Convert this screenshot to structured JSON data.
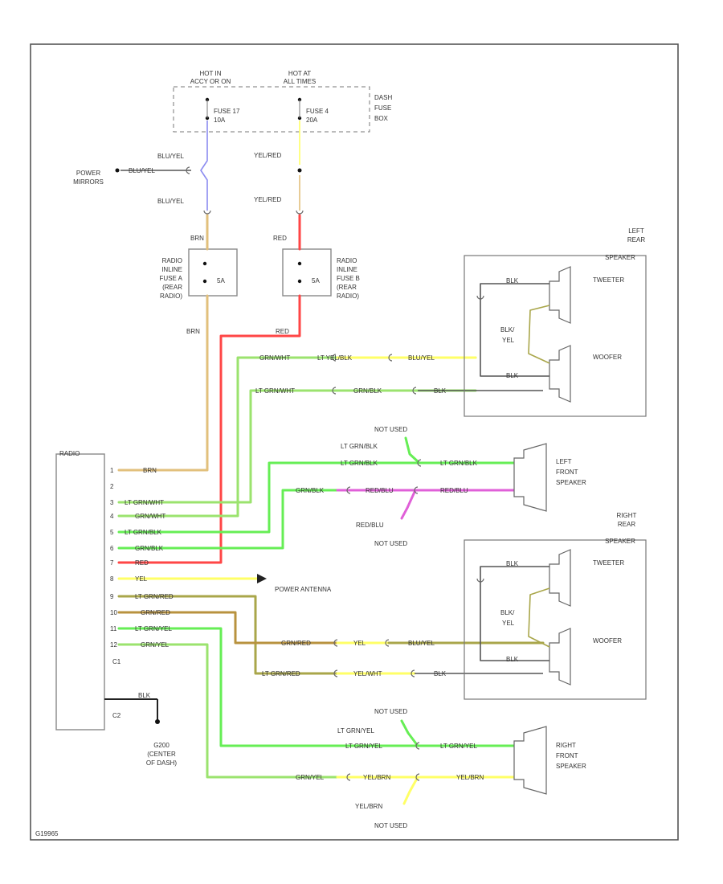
{
  "colors": {
    "wire_tan": "#e2c07c",
    "wire_red": "#ff4646",
    "wire_green": "#9be36e",
    "wire_brightgreen": "#66ee55",
    "wire_yellow": "#ffff66",
    "wire_olive": "#a9a64a",
    "wire_brown": "#b8923e",
    "wire_blue": "#8c8cf0",
    "wire_magenta": "#e060d8",
    "wire_gray": "#555555"
  },
  "fuse_box": {
    "hot1": [
      "HOT IN",
      "ACCY OR ON"
    ],
    "hot2": [
      "HOT AT",
      "ALL TIMES"
    ],
    "fuse17": [
      "FUSE 17",
      "10A"
    ],
    "fuse4": [
      "FUSE 4",
      "20A"
    ],
    "box": [
      "DASH",
      "FUSE",
      "BOX"
    ]
  },
  "wires_top": {
    "blu_yel_1": "BLU/YEL",
    "blu_yel_2": "BLU/YEL",
    "blu_yel_3": "BLU/YEL",
    "power_mirrors": [
      "POWER",
      "MIRRORS"
    ],
    "yel_red_1": "YEL/RED",
    "yel_red_2": "YEL/RED",
    "brn_1": "BRN",
    "red_1": "RED",
    "brn_2": "BRN",
    "red_2": "RED"
  },
  "radio_fuses": {
    "a": [
      "RADIO",
      "INLINE",
      "FUSE A",
      "(REAR",
      "RADIO)"
    ],
    "a_rating": "5A",
    "b": [
      "RADIO",
      "INLINE",
      "FUSE B",
      "(REAR",
      "RADIO)"
    ],
    "b_rating": "5A"
  },
  "radio": {
    "title": "RADIO",
    "pins": [
      "1",
      "2",
      "3",
      "4",
      "5",
      "6",
      "7",
      "8",
      "9",
      "10",
      "11",
      "12"
    ],
    "c1": "C1",
    "c2": "C2",
    "ground": [
      "G200",
      "(CENTER",
      "OF DASH)"
    ],
    "blk": "BLK"
  },
  "radio_wires": {
    "brn": "BRN",
    "lt_grn_wht": "LT GRN/WHT",
    "grn_wht": "GRN/WHT",
    "lt_grn_blk": "LT GRN/BLK",
    "grn_blk": "GRN/BLK",
    "red": "RED",
    "yel": "YEL",
    "lt_grn_red": "LT GRN/RED",
    "grn_red": "GRN/RED",
    "lt_grn_yel": "LT GRN/YEL",
    "grn_yel": "GRN/YEL",
    "power_antenna": "POWER ANTENNA"
  },
  "left_rear": {
    "title": [
      "LEFT",
      "REAR",
      "SPEAKER"
    ],
    "tweeter": "TWEETER",
    "woofer": "WOOFER",
    "blk_1": "BLK",
    "blk_2": "BLK",
    "blk_yel": [
      "BLK/",
      "YEL"
    ],
    "grn_wht": "GRN/WHT",
    "lt_yel_blk": "LT YEL/BLK",
    "blu_yel": "BLU/YEL",
    "lt_grn_wht": "LT GRN/WHT",
    "grn_blk": "GRN/BLK",
    "blk_3": "BLK"
  },
  "left_front": {
    "title": [
      "LEFT",
      "FRONT",
      "SPEAKER"
    ],
    "not_used_1": "NOT USED",
    "lt_grn_blk_1": "LT GRN/BLK",
    "lt_grn_blk_2": "LT GRN/BLK",
    "lt_grn_blk_3": "LT GRN/BLK",
    "grn_blk": "GRN/BLK",
    "red_blu_1": "RED/BLU",
    "red_blu_2": "RED/BLU",
    "red_blu_3": "RED/BLU",
    "not_used_2": "NOT USED"
  },
  "right_rear": {
    "title": [
      "RIGHT",
      "REAR",
      "SPEAKER"
    ],
    "tweeter": "TWEETER",
    "woofer": "WOOFER",
    "blk_1": "BLK",
    "blk_2": "BLK",
    "blk_yel": [
      "BLK/",
      "YEL"
    ],
    "grn_red": "GRN/RED",
    "yel": "YEL",
    "blu_yel": "BLU/YEL",
    "lt_grn_red": "LT GRN/RED",
    "yel_wht": "YEL/WHT",
    "blk_3": "BLK"
  },
  "right_front": {
    "title": [
      "RIGHT",
      "FRONT",
      "SPEAKER"
    ],
    "not_used_1": "NOT USED",
    "lt_grn_yel_1": "LT GRN/YEL",
    "lt_grn_yel_2": "LT GRN/YEL",
    "lt_grn_yel_3": "LT GRN/YEL",
    "grn_yel": "GRN/YEL",
    "yel_brn_1": "YEL/BRN",
    "yel_brn_2": "YEL/BRN",
    "yel_brn_3": "YEL/BRN",
    "not_used_2": "NOT USED"
  },
  "footer_code": "G19965"
}
